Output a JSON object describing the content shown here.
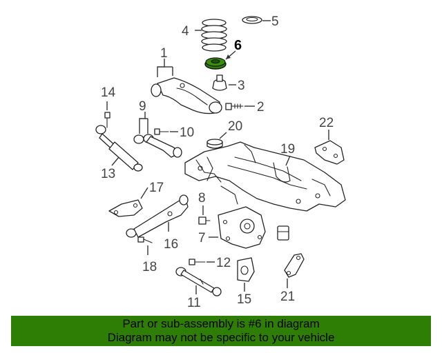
{
  "callouts": {
    "n1": "1",
    "n2": "2",
    "n3": "3",
    "n4": "4",
    "n5": "5",
    "n6": "6",
    "n7": "7",
    "n8": "8",
    "n9": "9",
    "n10": "10",
    "n11": "11",
    "n12": "12",
    "n13": "13",
    "n14": "14",
    "n15": "15",
    "n16": "16",
    "n17": "17",
    "n18": "18",
    "n19": "19",
    "n20": "20",
    "n21": "21",
    "n22": "22"
  },
  "highlight": {
    "part": "6",
    "color": "#2e7d04"
  },
  "banner": {
    "line1": "Part or sub-assembly is #6 in diagram",
    "line2": "Diagram may not be specific to your vehicle",
    "background": "#2e7d04"
  }
}
